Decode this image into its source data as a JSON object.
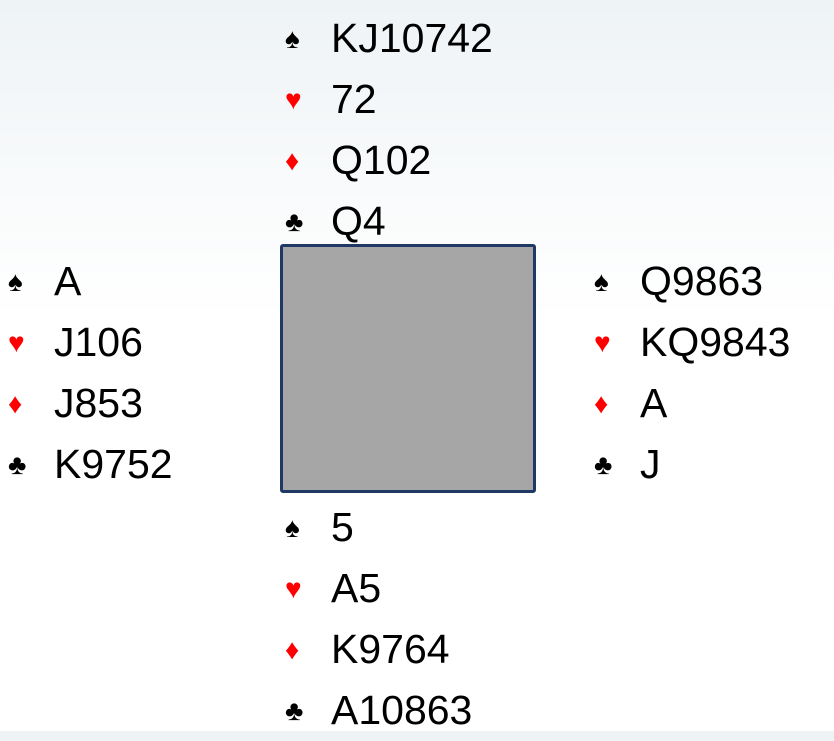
{
  "symbols": {
    "spades": "♠",
    "hearts": "♥",
    "diamonds": "♦",
    "clubs": "♣"
  },
  "colors": {
    "black_suit": "#000000",
    "red_suit": "#ff0000",
    "table_fill": "#a6a6a6",
    "table_border": "#1f3864"
  },
  "hands": {
    "north": {
      "spades": "KJ10742",
      "hearts": "72",
      "diamonds": "Q102",
      "clubs": "Q4"
    },
    "west": {
      "spades": "A",
      "hearts": "J106",
      "diamonds": "J853",
      "clubs": "K9752"
    },
    "east": {
      "spades": "Q9863",
      "hearts": "KQ9843",
      "diamonds": "A",
      "clubs": "J"
    },
    "south": {
      "spades": "5",
      "hearts": "A5",
      "diamonds": "K9764",
      "clubs": "A10863"
    }
  }
}
